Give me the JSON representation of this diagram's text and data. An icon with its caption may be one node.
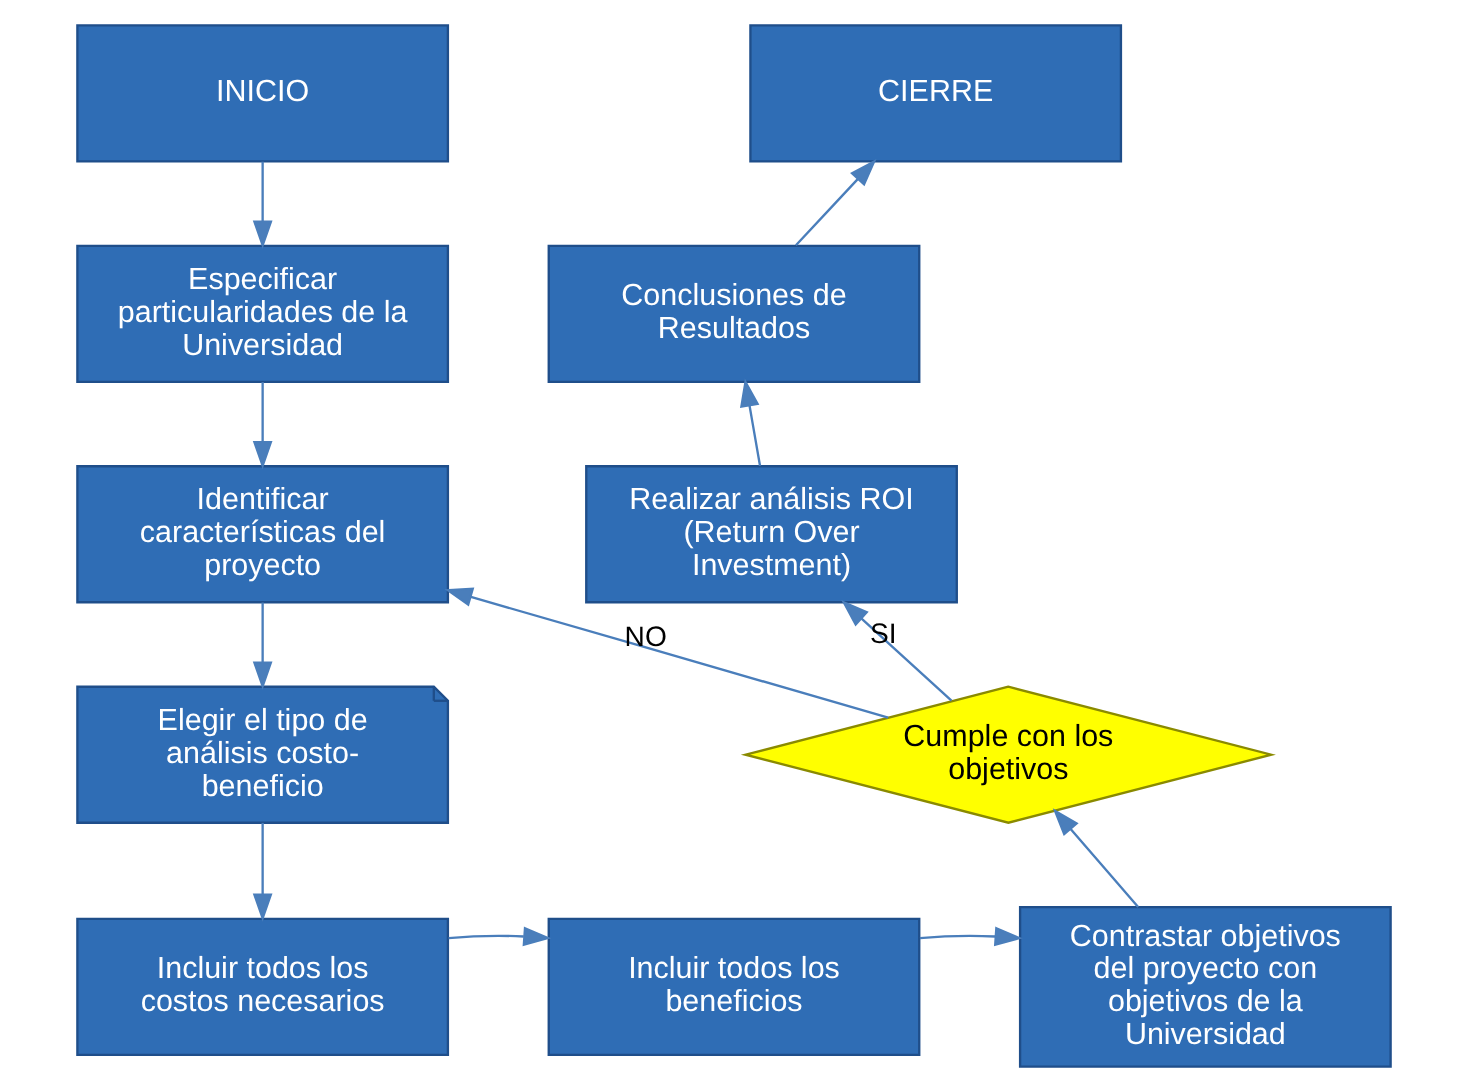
{
  "diagram": {
    "nodes": [
      {
        "text": [
          "INICIO"
        ]
      },
      {
        "text": [
          "Especificar particularidades de la Universidad"
        ]
      },
      {
        "text": [
          "Identificar características del proyecto"
        ]
      },
      {
        "text": [
          "Elegir el tipo de análisis costo-beneficio"
        ]
      },
      {
        "text": [
          "Incluir todos los costos necesarios"
        ]
      },
      {
        "text": [
          "Incluir todos los beneficios"
        ]
      },
      {
        "text": [
          "Contrastar objetivos del proyecto con objetivos de la Universidad"
        ]
      },
      {
        "text": [
          "Cumple con los objetivos"
        ]
      },
      {
        "text": [
          "Realizar análisis ROI (Return Over Investment)"
        ]
      },
      {
        "text": [
          "Conclusiones de Resultados"
        ]
      },
      {
        "text": [
          "CIERRE"
        ]
      }
    ],
    "edges": [
      {
        "from": 0,
        "to": 1,
        "arrow": "to"
      },
      {
        "from": 1,
        "to": 2,
        "arrow": "to"
      },
      {
        "from": 2,
        "to": 3,
        "arrow": "to"
      },
      {
        "from": 3,
        "to": 4,
        "arrow": "to"
      },
      {
        "from": 4,
        "to": 5,
        "arrow": "to"
      },
      {
        "from": 5,
        "to": 6,
        "arrow": "to"
      },
      {
        "from": 6,
        "to": 7,
        "arrow": "to"
      },
      {
        "from": 7,
        "to": 8,
        "arrow": "to",
        "label": "SI"
      },
      {
        "from": 7,
        "to": 2,
        "arrow": "to",
        "label": "NO"
      },
      {
        "from": 8,
        "to": 9,
        "arrow": "to"
      },
      {
        "from": 9,
        "to": 10,
        "arrow": "to"
      }
    ]
  }
}
